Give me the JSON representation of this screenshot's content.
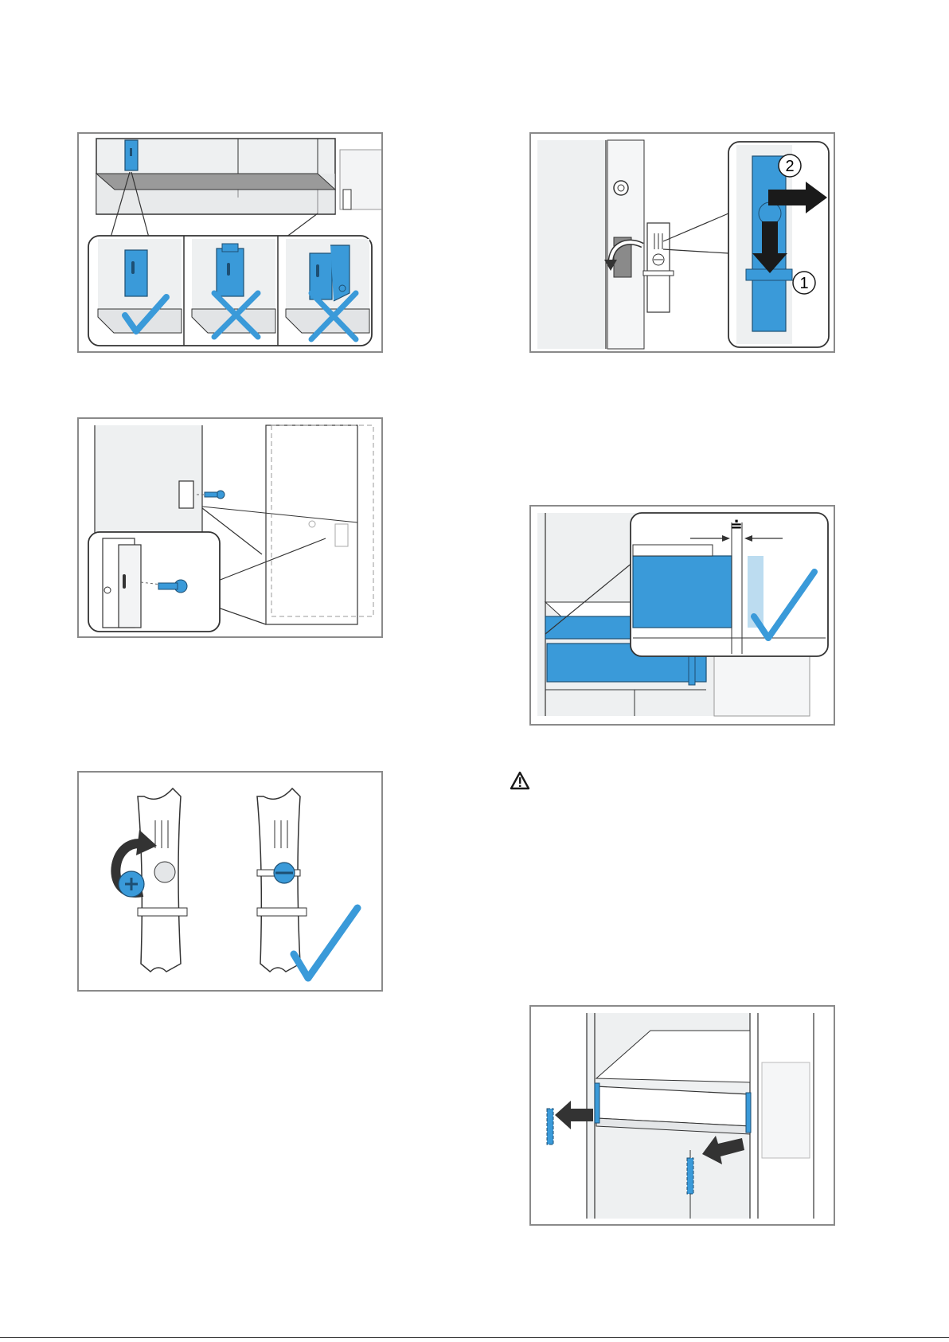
{
  "page": {
    "background": "#ffffff"
  },
  "colors": {
    "accent_blue": "#3a9ad9",
    "frame_gray": "#8a8a8a",
    "line_dark": "#333333"
  },
  "figures": [
    {
      "id": "fig-bracket-positions",
      "icons": [
        "check-icon",
        "cross-icon",
        "cross-icon"
      ]
    },
    {
      "id": "fig-bracket-release",
      "step_labels": [
        "2",
        "1"
      ]
    },
    {
      "id": "fig-bracket-screw",
      "icons": [
        "screw-icon"
      ]
    },
    {
      "id": "fig-front-gap",
      "icons": [
        "check-icon"
      ]
    },
    {
      "id": "fig-rotate-screw",
      "icons": [
        "rotate-arrow-icon",
        "check-icon"
      ]
    },
    {
      "id": "fig-remove-spacers",
      "icons": [
        "arrow-icon",
        "arrow-icon"
      ]
    }
  ],
  "warning": {
    "icon": "warning-triangle-icon"
  }
}
